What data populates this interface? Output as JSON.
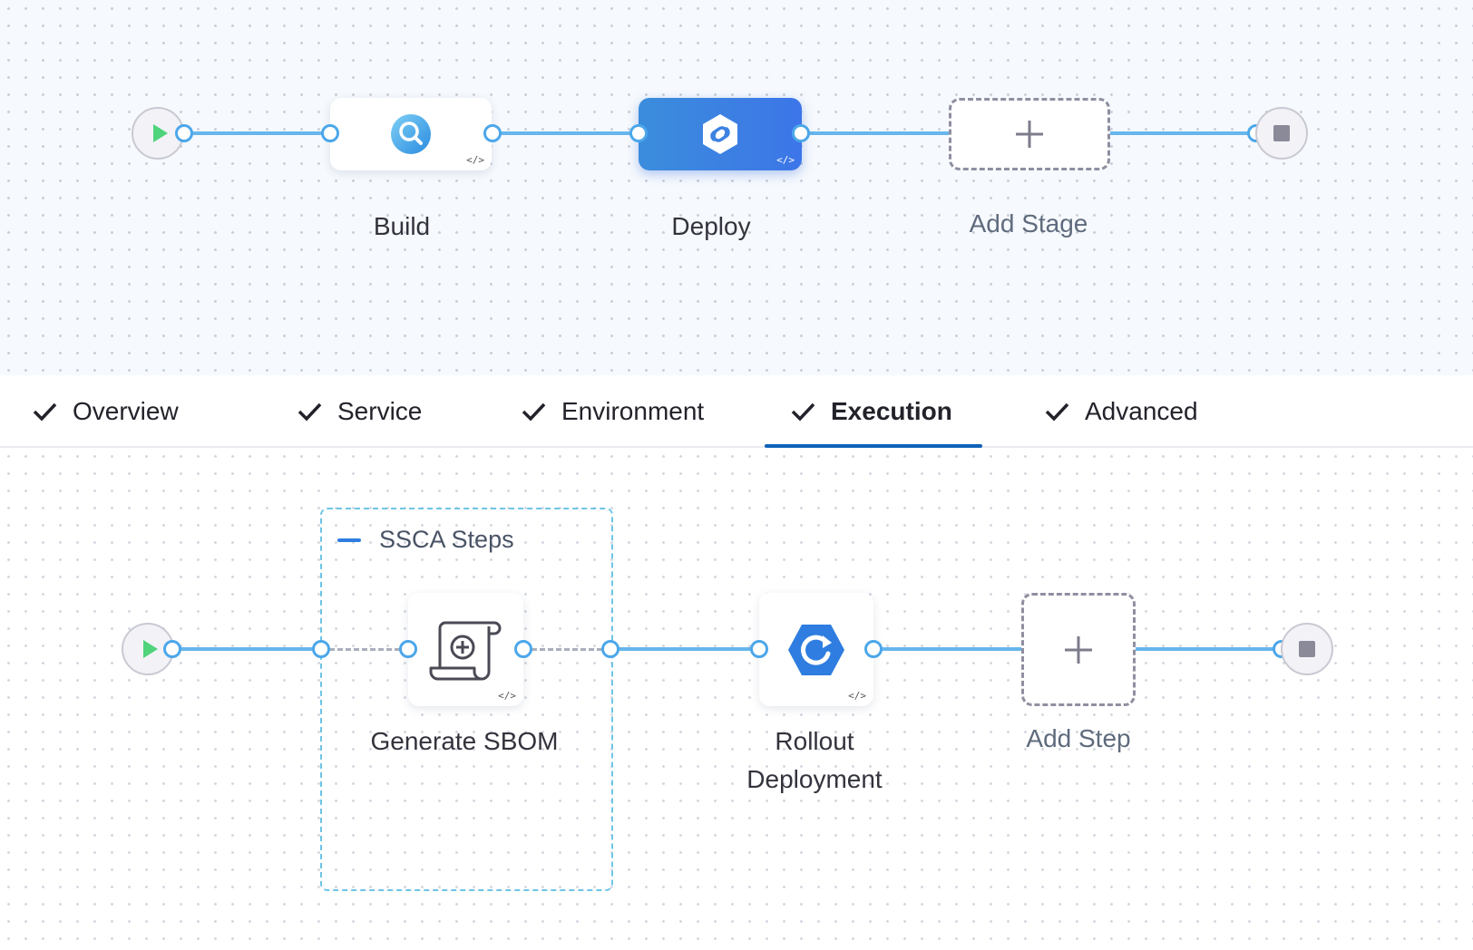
{
  "pipeline": {
    "stages": [
      {
        "name": "Build",
        "icon": "build-search-icon",
        "code_tag": "</>"
      },
      {
        "name": "Deploy",
        "icon": "deploy-link-icon",
        "code_tag": "</>",
        "selected": true
      }
    ],
    "add_stage_label": "Add Stage"
  },
  "tabs": [
    {
      "label": "Overview",
      "completed": true
    },
    {
      "label": "Service",
      "completed": true
    },
    {
      "label": "Environment",
      "completed": true
    },
    {
      "label": "Execution",
      "completed": true,
      "active": true
    },
    {
      "label": "Advanced",
      "completed": true
    }
  ],
  "execution": {
    "group_title": "SSCA Steps",
    "steps": [
      {
        "name": "Generate SBOM",
        "icon": "sbom-scroll-icon",
        "code_tag": "</>"
      },
      {
        "name": "Rollout Deployment",
        "icon": "rollout-deployment-icon",
        "code_tag": "</>"
      }
    ],
    "add_step_label": "Add Step"
  },
  "colors": {
    "wire": "#67b6ec",
    "port": "#4ca7ea",
    "selected_stage": "#3b82e4",
    "active_tab_underline": "#0f62b8",
    "play": "#4fd37b",
    "group_border": "#6ec5e6"
  }
}
